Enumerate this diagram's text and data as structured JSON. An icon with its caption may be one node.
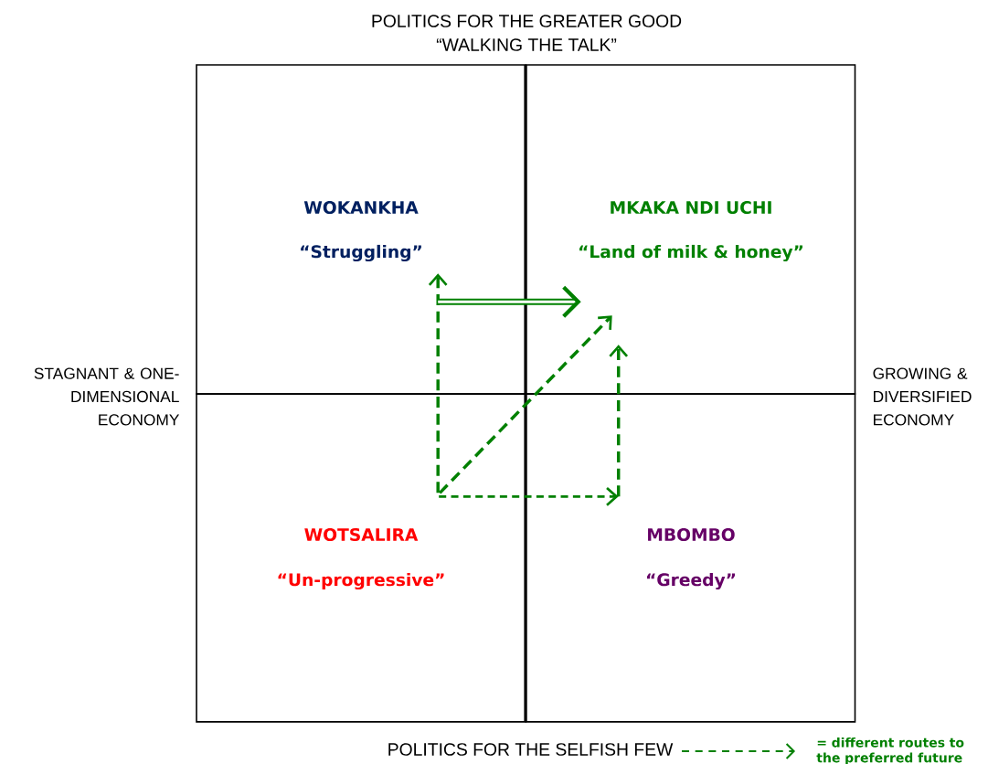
{
  "diagram": {
    "nodes": [
      {
        "text": [
          "WOKANKHA",
          "“Struggling”"
        ]
      },
      {
        "text": [
          "MKAKA NDI UCHI",
          "“Land of milk & honey”"
        ]
      },
      {
        "text": [
          "WOTSALIRA",
          "“Un-progressive”"
        ]
      },
      {
        "text": [
          "MBOMBO",
          "“Greedy”"
        ]
      }
    ],
    "edges": [
      {
        "from": 2,
        "to": 0,
        "arrow": "to",
        "style": "dashed"
      },
      {
        "from": 0,
        "to": 1,
        "arrow": "to",
        "style": "thick"
      },
      {
        "from": 2,
        "to": 1,
        "arrow": "to",
        "style": "dashed"
      },
      {
        "from": 2,
        "to": 3,
        "arrow": "to",
        "style": "dashed"
      },
      {
        "from": 3,
        "to": 1,
        "arrow": "to",
        "style": "dashed"
      }
    ],
    "labels": [
      "POLITICS FOR THE GREATER GOOD",
      "“WALKING THE TALK”",
      "STAGNANT & ONE-DIMENSIONAL ECONOMY",
      "GROWING & DIVERSIFIED ECONOMY",
      "POLITICS FOR THE SELFISH FEW"
    ],
    "legend": [
      {
        "text": "= different routes to the preferred future"
      }
    ]
  }
}
